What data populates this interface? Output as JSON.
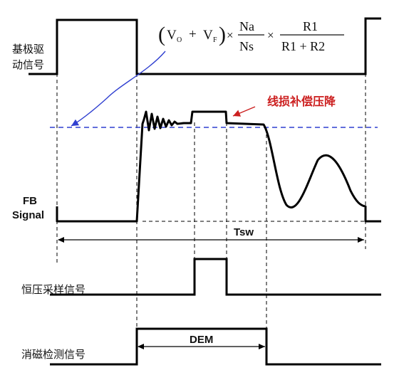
{
  "signals": {
    "base_drive_line1": "基极驱",
    "base_drive_line2": "动信号",
    "fb_line1": "FB",
    "fb_line2": "Signal",
    "cv_sample": "恒压采样信号",
    "demag_detect": "消磁检测信号"
  },
  "formula": {
    "lparen": "(",
    "v": "V",
    "o": "O",
    "plus": "+",
    "vf": "V",
    "f": "F",
    "rparen": ")",
    "times1": "×",
    "na": "Na",
    "ns": "Ns",
    "times2": "×",
    "r1": "R1",
    "r1r2": "R1 + R2"
  },
  "annotations": {
    "line_loss_compensation": "线损补偿压降",
    "tsw": "Tsw",
    "dem": "DEM"
  },
  "colors": {
    "trace": "#000000",
    "reference_line": "#2f3fd0",
    "pointer_arrow": "#2f3fd0",
    "annotation_red": "#cc1f1f"
  }
}
